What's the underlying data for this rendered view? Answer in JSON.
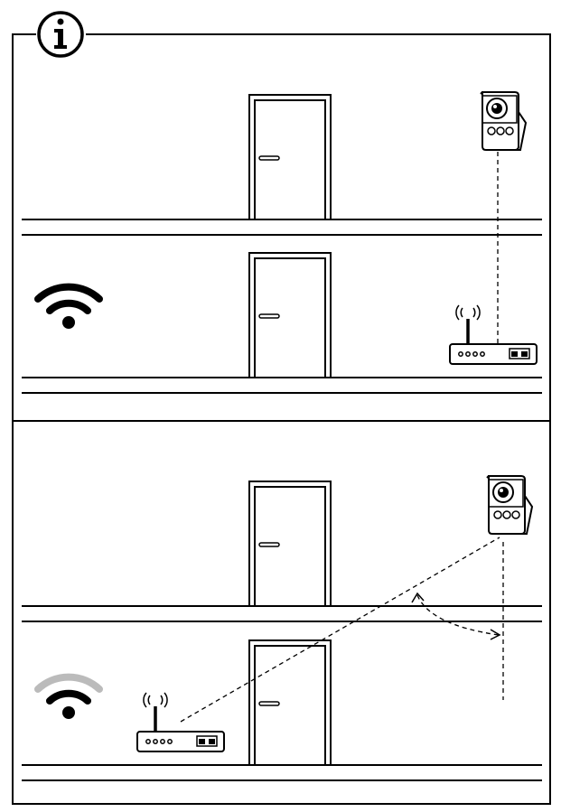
{
  "colors": {
    "line": "#000000",
    "background": "#ffffff",
    "signal_weak_outer": "#bbbbbb"
  },
  "header": {
    "info_icon": "info-icon"
  },
  "scenes": [
    {
      "id": "good-placement",
      "wifi_signal": "strong",
      "camera_icon": "camera-icon",
      "router_icon": "router-icon",
      "door_icons": [
        "door-icon",
        "door-icon"
      ]
    },
    {
      "id": "poor-placement",
      "wifi_signal": "weak",
      "camera_icon": "camera-icon",
      "router_icon": "router-icon",
      "door_icons": [
        "door-icon",
        "door-icon"
      ],
      "angle_marker": "angle-arc-icon"
    }
  ]
}
